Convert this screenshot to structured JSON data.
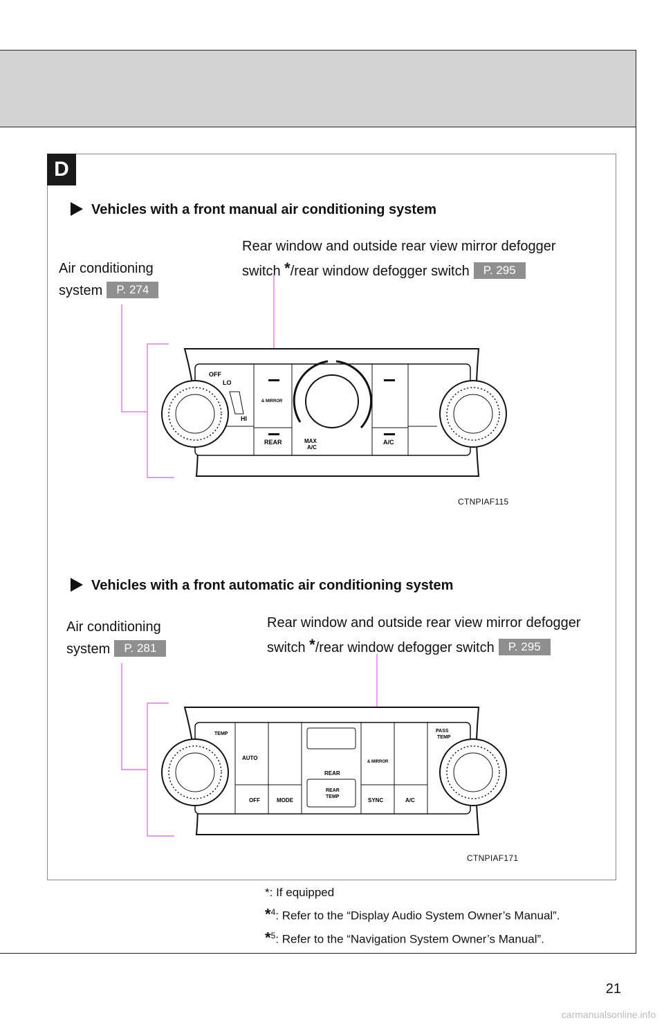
{
  "section": {
    "letter": "D"
  },
  "manual": {
    "heading": "Vehicles with a front manual air conditioning system",
    "ac_label_line1": "Air conditioning",
    "ac_label_line2": "system",
    "ac_ref": "P. 274",
    "defog_line1": "Rear window and outside rear view mirror defogger",
    "defog_line2_a": "switch ",
    "defog_star": "*",
    "defog_line2_b": "/rear window defogger switch",
    "defog_ref": "P. 295",
    "image_code": "CTNPIAF115",
    "panel": {
      "off": "OFF",
      "lo": "LO",
      "hi": "HI",
      "mirror": "& MIRROR",
      "rear": "REAR",
      "max": "MAX",
      "ac_small": "A/C",
      "ac": "A/C"
    }
  },
  "automatic": {
    "heading": "Vehicles with a front automatic air conditioning system",
    "ac_label_line1": "Air conditioning",
    "ac_label_line2": "system",
    "ac_ref": "P. 281",
    "defog_line1": "Rear window and outside rear view mirror defogger",
    "defog_line2_a": "switch ",
    "defog_star": "*",
    "defog_line2_b": "/rear window defogger switch",
    "defog_ref": "P. 295",
    "image_code": "CTNPIAF171",
    "panel": {
      "temp": "TEMP",
      "pass": "PASS",
      "pass_temp": "TEMP",
      "auto": "AUTO",
      "off": "OFF",
      "mode": "MODE",
      "rear": "REAR",
      "rear2": "REAR",
      "rear_temp": "TEMP",
      "mirror": "& MIRROR",
      "sync": "SYNC",
      "ac": "A/C"
    }
  },
  "footnotes": {
    "n1_mark": "*",
    "n1": ": If equipped",
    "n4_mark": "*",
    "n4_sup": "4",
    "n4": ": Refer to the “Display Audio System Owner’s Manual”.",
    "n5_mark": "*",
    "n5_sup": "5",
    "n5": ": Refer to the “Navigation System Owner’s Manual”."
  },
  "page_number": "21",
  "watermark": "carmanualsonline.info"
}
